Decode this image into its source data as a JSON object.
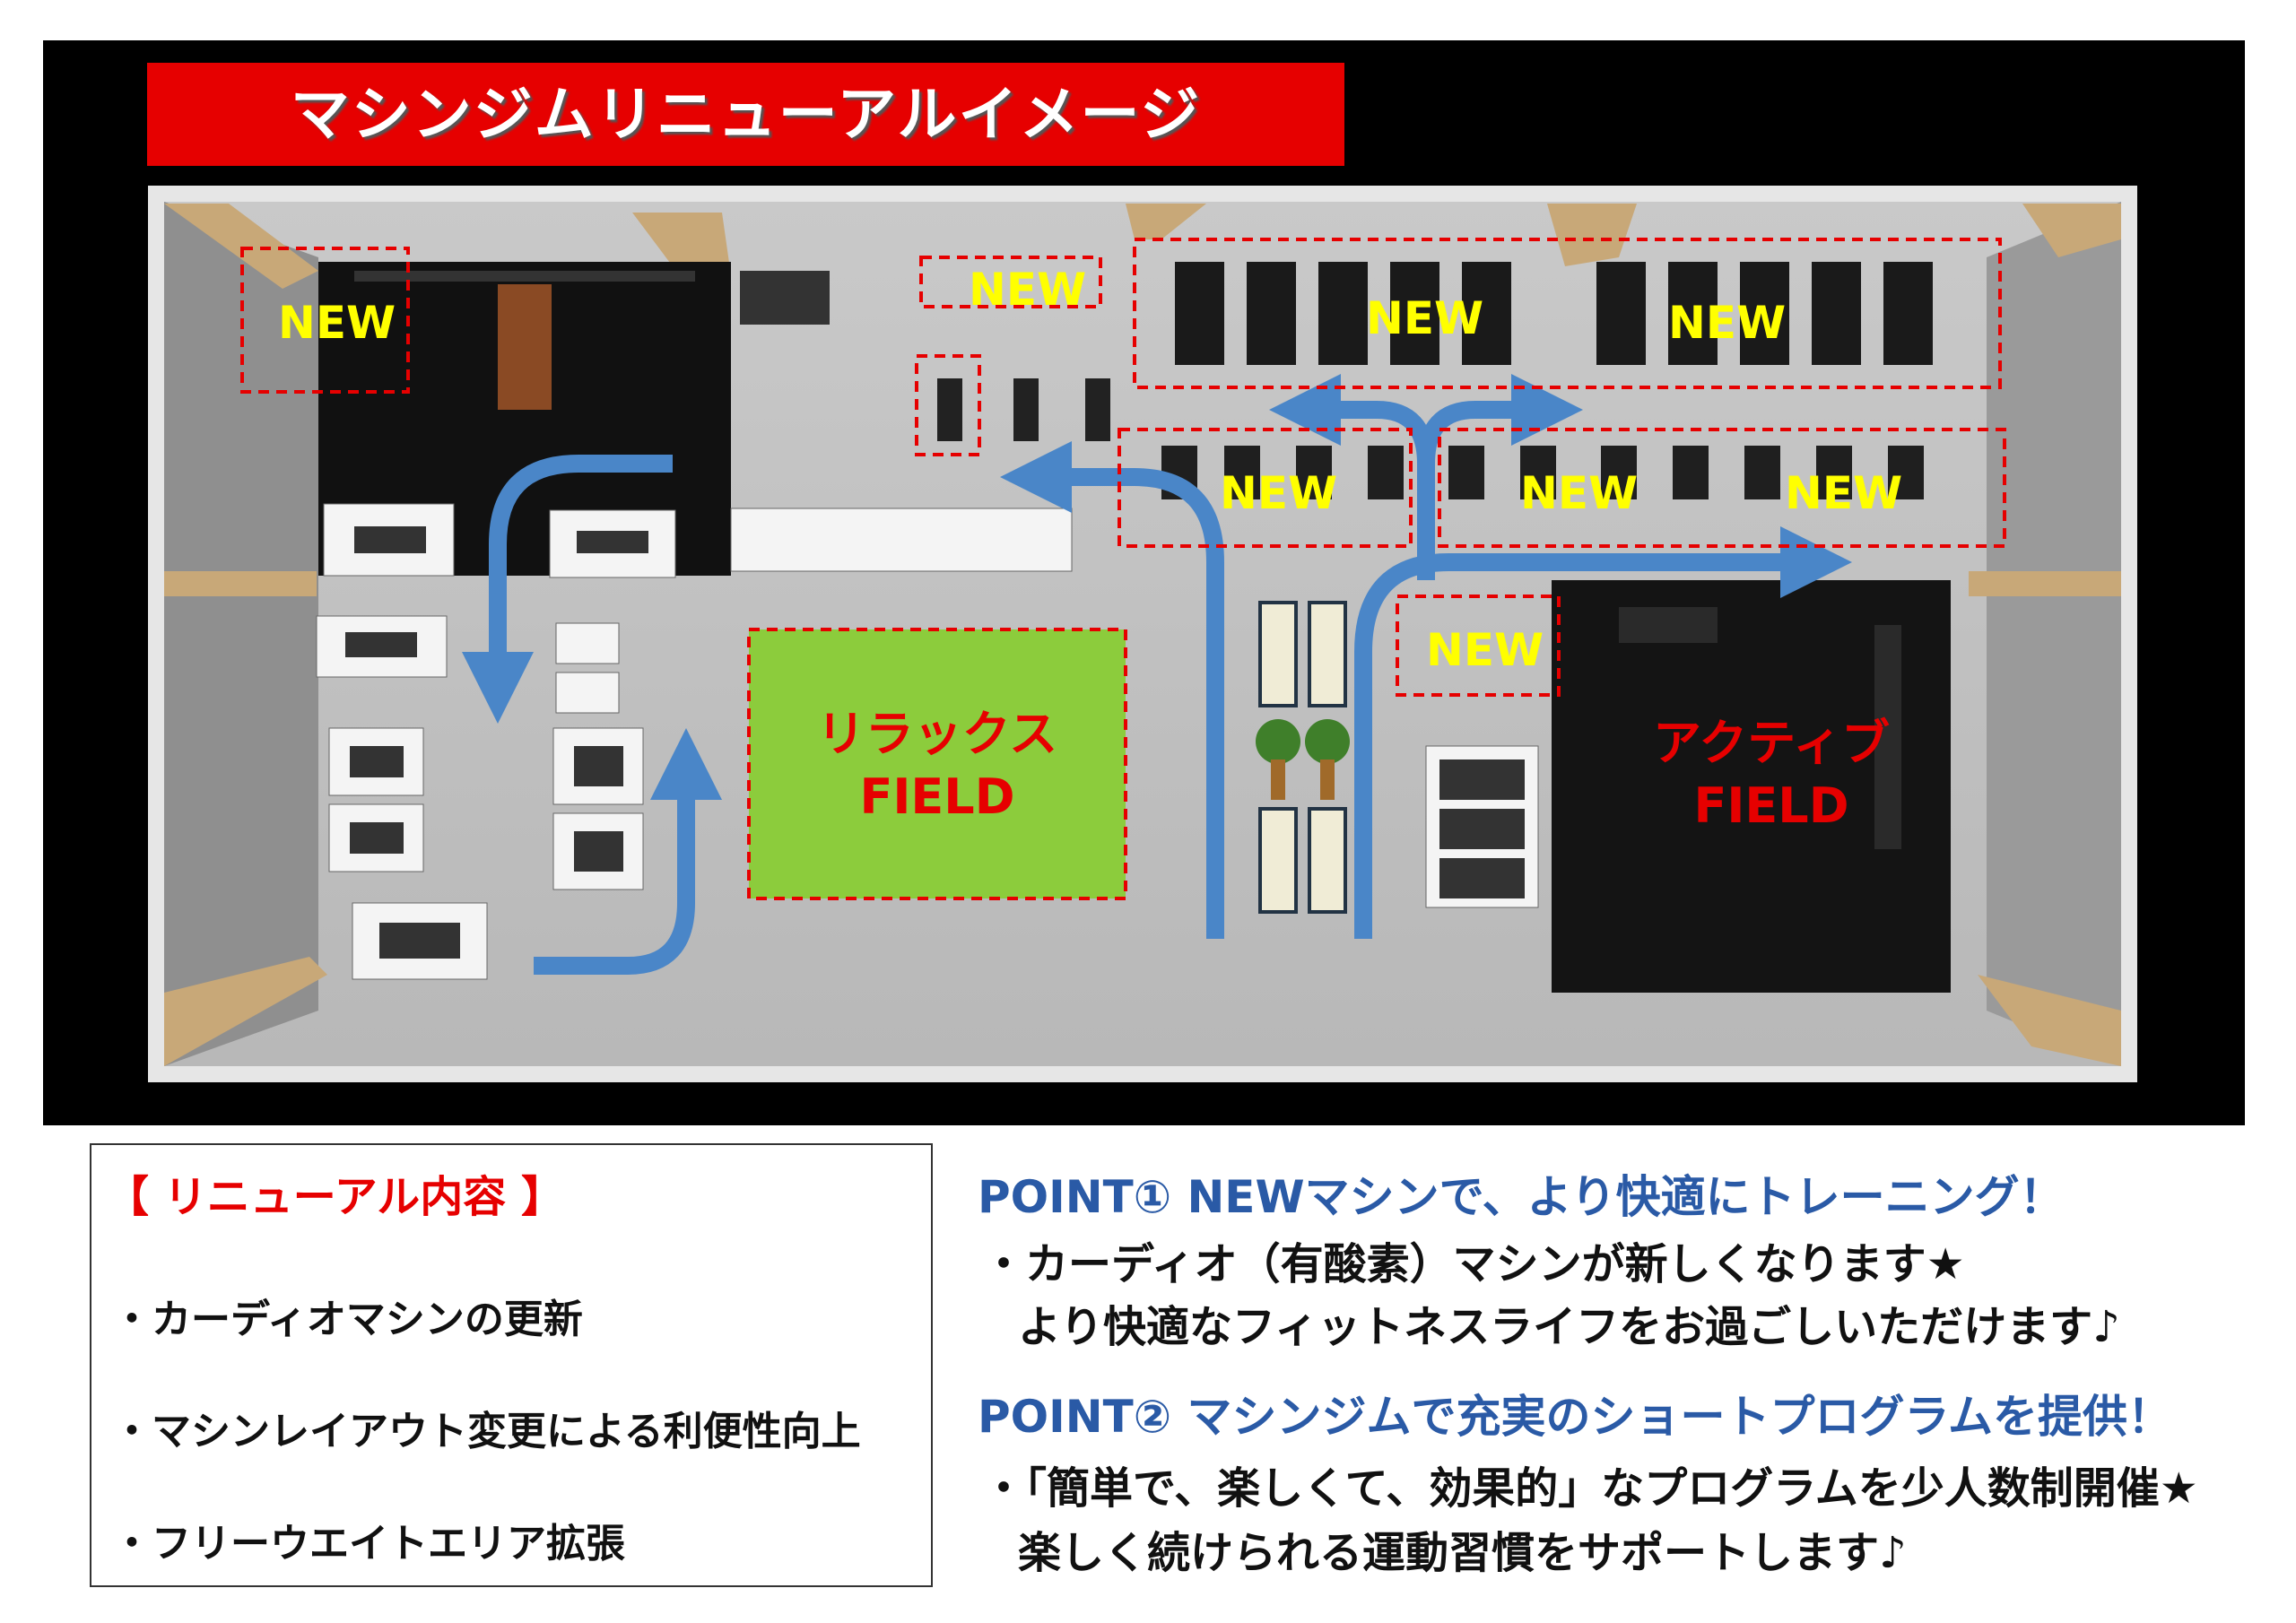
{
  "title": "マシンジムリニューアルイメージ",
  "floorplan": {
    "new_label": "NEW",
    "relax_field": {
      "line1": "リラックス",
      "line2": "FIELD"
    },
    "active_field": {
      "line1": "アクティブ",
      "line2": "FIELD"
    }
  },
  "renewal": {
    "heading": "【 リニューアル内容 】",
    "items": [
      "・カーディオマシンの更新",
      "・マシンレイアウト変更による利便性向上",
      "・フリーウエイトエリア拡張"
    ]
  },
  "points": [
    {
      "title": "POINT①  NEWマシンで、より快適にトレーニング！",
      "lines": [
        "・カーディオ（有酸素）マシンが新しくなります★",
        "より快適なフィットネスライフをお過ごしいただけます♪"
      ]
    },
    {
      "title": "POINT②  マシンジムで充実のショートプログラムを提供！",
      "lines": [
        "・「簡単で、楽しくて、効果的」なプログラムを少人数制開催★",
        "楽しく続けられる運動習慣をサポートします♪"
      ]
    }
  ],
  "colors": {
    "banner": "#e60000",
    "new_box": "#e60000",
    "new_text": "#ffff00",
    "arrow": "#4a86c8",
    "relax_field": "#8ccc3c",
    "active_field": "#141414",
    "point_title": "#2a5aa6"
  }
}
